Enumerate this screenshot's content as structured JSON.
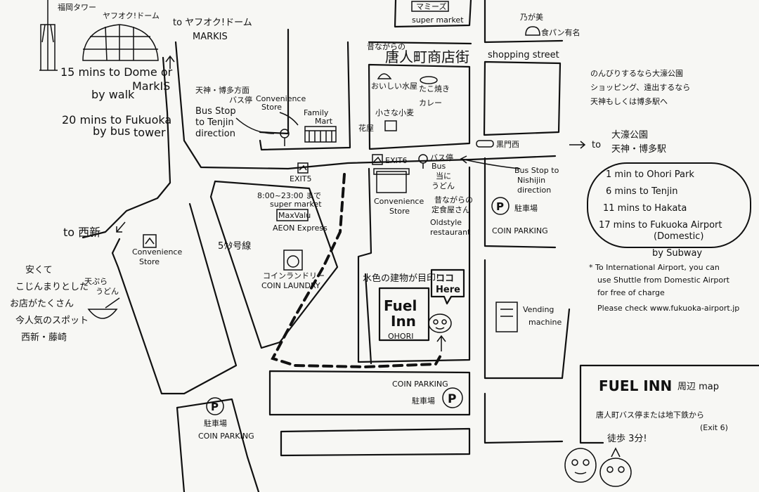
{
  "landmarks": {
    "fukuoka_tower": "福岡タワー",
    "dome": "ヤフオク!ドーム",
    "to_dome": "to ヤフオク!ドーム",
    "markis": "MARKIS",
    "dome_walk_line1": "15 mins to Dome or",
    "dome_walk_line2": "MarkIS",
    "dome_walk_line3": "by walk",
    "tower_bus_line1": "20 mins to Fukuoka",
    "tower_bus_line2": "tower",
    "tower_bus_line3": "by bus"
  },
  "streets": {
    "toujinmachi_jp_small": "昔ながらの",
    "toujinmachi_jp": "唐人町商店街",
    "shopping_street": "shopping street",
    "route": "5ｹﾀ号線"
  },
  "shops": {
    "mamies": "マミーズ",
    "supermarket_top": "super market",
    "nogami": "乃が美",
    "nogami_sub": "食パン有名",
    "oishii_mizu": "おいしい水屋",
    "takoyaki": "たこ焼き",
    "curry": "カレー",
    "komugi": "小さな小麦",
    "hanaya": "花屋",
    "kuromonnishi": "黒門西"
  },
  "bus_stop_tenjin": {
    "line1_jp": "天神・博多方面",
    "line2_jp": "バス停",
    "line1": "Bus Stop",
    "line2": "to Tenjin",
    "line3": "direction"
  },
  "convenience_top": {
    "line1": "Convenience",
    "line2": "Store"
  },
  "family_mart": {
    "line1": "Family",
    "line2": "Mart"
  },
  "exits": {
    "exit5": "EXIT5",
    "exit6": "EXIT6",
    "bus_stop_jp": "バス停",
    "bus": "Bus"
  },
  "bus_stop_nishijin": {
    "line1": "Bus Stop to",
    "line2": "Nishijin",
    "line3": "direction"
  },
  "convenience_center": {
    "line1": "Convenience",
    "line2": "Store"
  },
  "maxvalu": {
    "hours": "8:00~23:00 まで",
    "supermarket": "super market",
    "name": "MaxValu",
    "express": "AEON Express"
  },
  "udon_restaurant": {
    "line1": "当に",
    "line2": "うどん",
    "line3": "昔ながらの",
    "line4": "定食屋さん",
    "line5": "Oldstyle",
    "line6": "restaurant"
  },
  "coin_parking_right": {
    "jp": "駐車場",
    "en": "COIN PARKING"
  },
  "to_ohori": {
    "prefix": "to",
    "line1": "大濠公園",
    "line2": "天神・博多駅"
  },
  "subway_info": {
    "ohori": "1 min to Ohori Park",
    "tenjin": "6 mins to Tenjin",
    "hakata": "11 mins to Hakata",
    "airport": "17 mins to Fukuoka Airport",
    "domestic": "(Domestic)",
    "by": "by Subway"
  },
  "right_notes": {
    "line1": "のんびりするなら大濠公園",
    "line2": "ショッピング、遠出するなら",
    "line3": "天神もしくは博多駅へ"
  },
  "airport_note": {
    "line1": "* To International Airport, you can",
    "line2": "use Shuttle from Domestic Airport",
    "line3": "for free of charge",
    "line4": "Please check www.fukuoka-airport.jp"
  },
  "west": {
    "to_nishijin": "to 西新"
  },
  "convenience_left": {
    "line1": "Convenience",
    "line2": "Store"
  },
  "left_notes": {
    "line1": "安くて",
    "line2": "こじんまりとした",
    "line3": "お店がたくさん",
    "line4": "今人気のスポット",
    "line5": "西新・藤崎"
  },
  "tenpura_udon": {
    "line1": "天ぷら",
    "line2": "うどん"
  },
  "coin_laundry": {
    "jp": "コインランドリー",
    "en": "COIN LAUNDRY"
  },
  "fuel_inn": {
    "landmark_note": "水色の建物が目印!",
    "line1": "Fuel",
    "line2": "Inn",
    "line3": "OHORI",
    "here_jp": "ココ",
    "here_en": "Here"
  },
  "vending": {
    "line1": "Vending",
    "line2": "machine"
  },
  "coin_parking_bottom_center": {
    "en": "COIN PARKING",
    "jp": "駐車場"
  },
  "coin_parking_bottom_left": {
    "jp": "駐車場",
    "en": "COIN PARKING"
  },
  "map_title_box": {
    "title": "FUEL INN",
    "title_rest": "周辺 map",
    "line1": "唐人町バス停または地下鉄から",
    "exit": "(Exit 6)",
    "line2": "徒歩 3分!"
  },
  "parking_symbol": "P"
}
